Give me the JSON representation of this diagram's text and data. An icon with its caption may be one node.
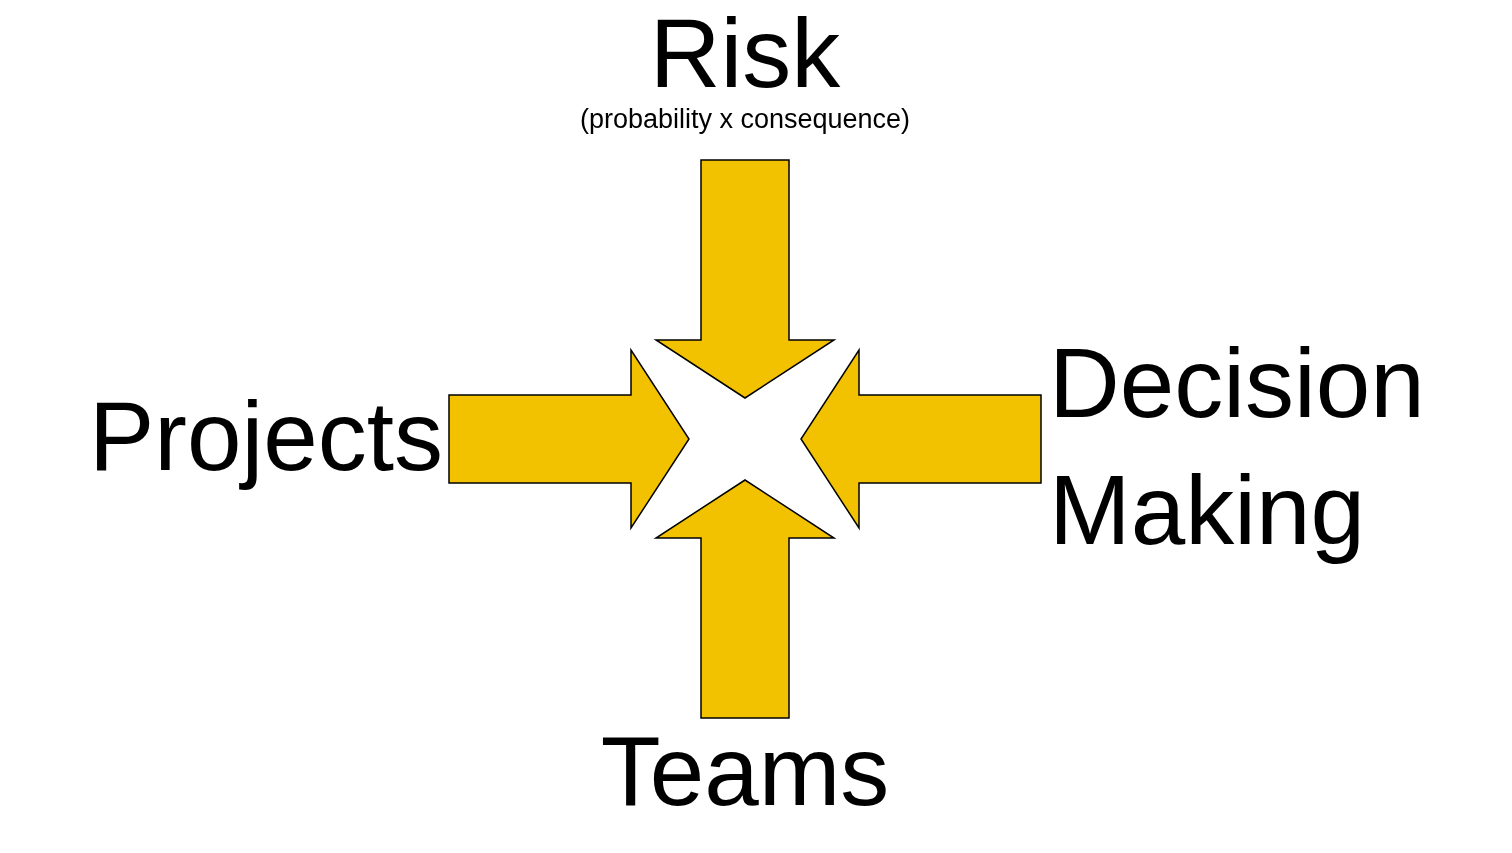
{
  "diagram": {
    "nodes": [
      {
        "text": [
          "Risk",
          "(probability x consequence)"
        ]
      },
      {
        "text": [
          "Projects"
        ]
      },
      {
        "text": [
          "Decision Making"
        ]
      },
      {
        "text": [
          "Teams"
        ]
      }
    ],
    "edges": [
      {
        "from": 0,
        "to": null,
        "arrow": "to",
        "style": "thick"
      },
      {
        "from": 1,
        "to": null,
        "arrow": "to",
        "style": "thick"
      },
      {
        "from": 2,
        "to": null,
        "arrow": "to",
        "style": "thick"
      },
      {
        "from": 3,
        "to": null,
        "arrow": "to",
        "style": "thick"
      }
    ]
  }
}
